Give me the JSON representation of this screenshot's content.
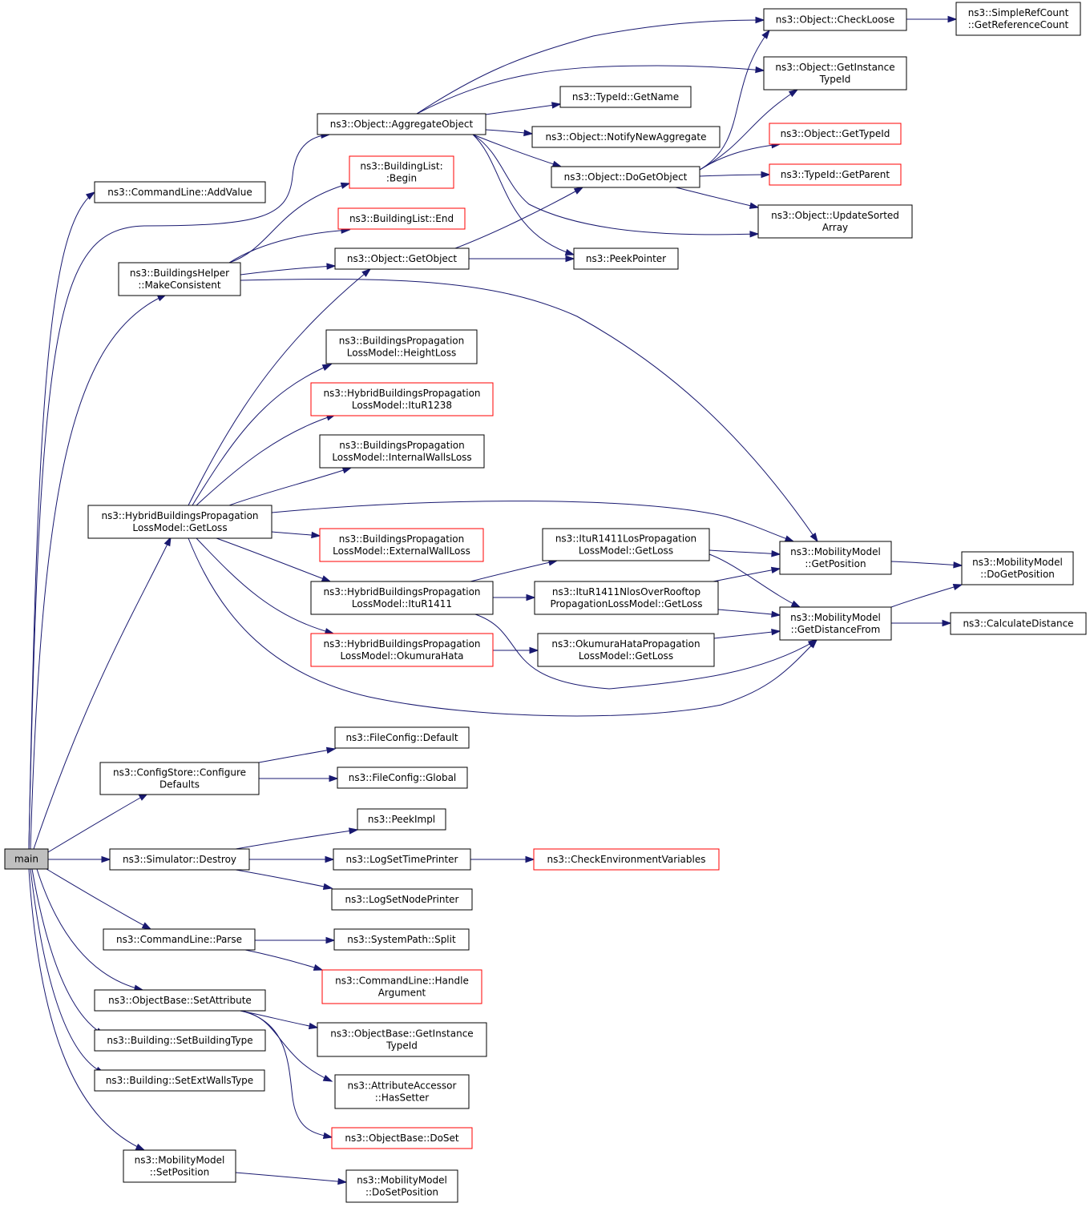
{
  "graph": {
    "edge_color": "#191970",
    "normal_border": "#000000",
    "truncated_border": "#ff0000",
    "root_fill": "#bfbfbf",
    "nodes": [
      {
        "id": "main",
        "lines": [
          "main"
        ],
        "root": true
      },
      {
        "id": "addvalue",
        "lines": [
          "ns3::CommandLine::AddValue"
        ]
      },
      {
        "id": "makeconsistent",
        "lines": [
          "ns3::BuildingsHelper",
          "::MakeConsistent"
        ]
      },
      {
        "id": "hybrid_getloss",
        "lines": [
          "ns3::HybridBuildingsPropagation",
          "LossModel::GetLoss"
        ]
      },
      {
        "id": "configure_defaults",
        "lines": [
          "ns3::ConfigStore::Configure",
          "Defaults"
        ]
      },
      {
        "id": "sim_destroy",
        "lines": [
          "ns3::Simulator::Destroy"
        ]
      },
      {
        "id": "cl_parse",
        "lines": [
          "ns3::CommandLine::Parse"
        ]
      },
      {
        "id": "ob_setattribute",
        "lines": [
          "ns3::ObjectBase::SetAttribute"
        ]
      },
      {
        "id": "setbuildingtype",
        "lines": [
          "ns3::Building::SetBuildingType"
        ]
      },
      {
        "id": "setextwallstype",
        "lines": [
          "ns3::Building::SetExtWallsType"
        ]
      },
      {
        "id": "mm_setposition",
        "lines": [
          "ns3::MobilityModel",
          "::SetPosition"
        ]
      },
      {
        "id": "aggregateobject",
        "lines": [
          "ns3::Object::AggregateObject"
        ]
      },
      {
        "id": "bl_begin",
        "lines": [
          "ns3::BuildingList:",
          ":Begin"
        ],
        "truncated": true
      },
      {
        "id": "bl_end",
        "lines": [
          "ns3::BuildingList::End"
        ],
        "truncated": true
      },
      {
        "id": "getobject",
        "lines": [
          "ns3::Object::GetObject"
        ]
      },
      {
        "id": "heightloss",
        "lines": [
          "ns3::BuildingsPropagation",
          "LossModel::HeightLoss"
        ]
      },
      {
        "id": "itur1238",
        "lines": [
          "ns3::HybridBuildingsPropagation",
          "LossModel::ItuR1238"
        ],
        "truncated": true
      },
      {
        "id": "internalwallsloss",
        "lines": [
          "ns3::BuildingsPropagation",
          "LossModel::InternalWallsLoss"
        ]
      },
      {
        "id": "externalwallloss",
        "lines": [
          "ns3::BuildingsPropagation",
          "LossModel::ExternalWallLoss"
        ],
        "truncated": true
      },
      {
        "id": "itur1411",
        "lines": [
          "ns3::HybridBuildingsPropagation",
          "LossModel::ItuR1411"
        ]
      },
      {
        "id": "okumurahata",
        "lines": [
          "ns3::HybridBuildingsPropagation",
          "LossModel::OkumuraHata"
        ],
        "truncated": true
      },
      {
        "id": "fc_default",
        "lines": [
          "ns3::FileConfig::Default"
        ]
      },
      {
        "id": "fc_global",
        "lines": [
          "ns3::FileConfig::Global"
        ]
      },
      {
        "id": "peekimpl",
        "lines": [
          "ns3::PeekImpl"
        ]
      },
      {
        "id": "logsettimeprinter",
        "lines": [
          "ns3::LogSetTimePrinter"
        ]
      },
      {
        "id": "logsetnodeprinter",
        "lines": [
          "ns3::LogSetNodePrinter"
        ]
      },
      {
        "id": "sp_split",
        "lines": [
          "ns3::SystemPath::Split"
        ]
      },
      {
        "id": "cl_handleargument",
        "lines": [
          "ns3::CommandLine::Handle",
          "Argument"
        ],
        "truncated": true
      },
      {
        "id": "ob_getinstancetypeid",
        "lines": [
          "ns3::ObjectBase::GetInstance",
          "TypeId"
        ]
      },
      {
        "id": "aa_hassetter",
        "lines": [
          "ns3::AttributeAccessor",
          "::HasSetter"
        ]
      },
      {
        "id": "ob_doset",
        "lines": [
          "ns3::ObjectBase::DoSet"
        ],
        "truncated": true
      },
      {
        "id": "mm_dosetposition",
        "lines": [
          "ns3::MobilityModel",
          "::DoSetPosition"
        ]
      },
      {
        "id": "checkloose",
        "lines": [
          "ns3::Object::CheckLoose"
        ]
      },
      {
        "id": "o_getinstancetypeid",
        "lines": [
          "ns3::Object::GetInstance",
          "TypeId"
        ]
      },
      {
        "id": "typeid_getname",
        "lines": [
          "ns3::TypeId::GetName"
        ]
      },
      {
        "id": "notifynewaggregate",
        "lines": [
          "ns3::Object::NotifyNewAggregate"
        ]
      },
      {
        "id": "dogetobject",
        "lines": [
          "ns3::Object::DoGetObject"
        ]
      },
      {
        "id": "updatesortedarray",
        "lines": [
          "ns3::Object::UpdateSorted",
          "Array"
        ]
      },
      {
        "id": "peekpointer",
        "lines": [
          "ns3::PeekPointer"
        ]
      },
      {
        "id": "o_gettypeid",
        "lines": [
          "ns3::Object::GetTypeId"
        ],
        "truncated": true
      },
      {
        "id": "typeid_getparent",
        "lines": [
          "ns3::TypeId::GetParent"
        ],
        "truncated": true
      },
      {
        "id": "getreferencecount",
        "lines": [
          "ns3::SimpleRefCount",
          "::GetReferenceCount"
        ]
      },
      {
        "id": "itur1411los_getloss",
        "lines": [
          "ns3::ItuR1411LosPropagation",
          "LossModel::GetLoss"
        ]
      },
      {
        "id": "itur1411nlos_getloss",
        "lines": [
          "ns3::ItuR1411NlosOverRooftop",
          "PropagationLossModel::GetLoss"
        ]
      },
      {
        "id": "okumurahata_getloss",
        "lines": [
          "ns3::OkumuraHataPropagation",
          "LossModel::GetLoss"
        ]
      },
      {
        "id": "mm_getposition",
        "lines": [
          "ns3::MobilityModel",
          "::GetPosition"
        ]
      },
      {
        "id": "mm_getdistancefrom",
        "lines": [
          "ns3::MobilityModel",
          "::GetDistanceFrom"
        ]
      },
      {
        "id": "mm_dogetposition",
        "lines": [
          "ns3::MobilityModel",
          "::DoGetPosition"
        ]
      },
      {
        "id": "calculatedistance",
        "lines": [
          "ns3::CalculateDistance"
        ]
      },
      {
        "id": "checkenvironmentvariables",
        "lines": [
          "ns3::CheckEnvironmentVariables"
        ],
        "truncated": true
      }
    ],
    "edges": [
      [
        "main",
        "addvalue"
      ],
      [
        "main",
        "makeconsistent"
      ],
      [
        "main",
        "hybrid_getloss"
      ],
      [
        "main",
        "configure_defaults"
      ],
      [
        "main",
        "sim_destroy"
      ],
      [
        "main",
        "cl_parse"
      ],
      [
        "main",
        "ob_setattribute"
      ],
      [
        "main",
        "setbuildingtype"
      ],
      [
        "main",
        "setextwallstype"
      ],
      [
        "main",
        "mm_setposition"
      ],
      [
        "main",
        "aggregateobject"
      ],
      [
        "aggregateobject",
        "checkloose"
      ],
      [
        "aggregateobject",
        "o_getinstancetypeid"
      ],
      [
        "aggregateobject",
        "typeid_getname"
      ],
      [
        "aggregateobject",
        "notifynewaggregate"
      ],
      [
        "aggregateobject",
        "dogetobject"
      ],
      [
        "aggregateobject",
        "updatesortedarray"
      ],
      [
        "aggregateobject",
        "peekpointer"
      ],
      [
        "checkloose",
        "getreferencecount"
      ],
      [
        "dogetobject",
        "checkloose"
      ],
      [
        "dogetobject",
        "o_getinstancetypeid"
      ],
      [
        "dogetobject",
        "o_gettypeid"
      ],
      [
        "dogetobject",
        "typeid_getparent"
      ],
      [
        "dogetobject",
        "updatesortedarray"
      ],
      [
        "makeconsistent",
        "bl_begin"
      ],
      [
        "makeconsistent",
        "bl_end"
      ],
      [
        "makeconsistent",
        "getobject"
      ],
      [
        "makeconsistent",
        "mm_getposition"
      ],
      [
        "getobject",
        "dogetobject"
      ],
      [
        "getobject",
        "peekpointer"
      ],
      [
        "hybrid_getloss",
        "getobject"
      ],
      [
        "hybrid_getloss",
        "heightloss"
      ],
      [
        "hybrid_getloss",
        "itur1238"
      ],
      [
        "hybrid_getloss",
        "internalwallsloss"
      ],
      [
        "hybrid_getloss",
        "mm_getposition"
      ],
      [
        "hybrid_getloss",
        "externalwallloss"
      ],
      [
        "hybrid_getloss",
        "itur1411"
      ],
      [
        "hybrid_getloss",
        "okumurahata"
      ],
      [
        "hybrid_getloss",
        "mm_getdistancefrom"
      ],
      [
        "itur1411",
        "itur1411los_getloss"
      ],
      [
        "itur1411",
        "itur1411nlos_getloss"
      ],
      [
        "itur1411",
        "mm_getdistancefrom"
      ],
      [
        "okumurahata",
        "okumurahata_getloss"
      ],
      [
        "itur1411los_getloss",
        "mm_getposition"
      ],
      [
        "itur1411los_getloss",
        "mm_getdistancefrom"
      ],
      [
        "itur1411nlos_getloss",
        "mm_getposition"
      ],
      [
        "itur1411nlos_getloss",
        "mm_getdistancefrom"
      ],
      [
        "okumurahata_getloss",
        "mm_getdistancefrom"
      ],
      [
        "mm_getposition",
        "mm_dogetposition"
      ],
      [
        "mm_getdistancefrom",
        "mm_dogetposition"
      ],
      [
        "mm_getdistancefrom",
        "calculatedistance"
      ],
      [
        "configure_defaults",
        "fc_default"
      ],
      [
        "configure_defaults",
        "fc_global"
      ],
      [
        "sim_destroy",
        "peekimpl"
      ],
      [
        "sim_destroy",
        "logsettimeprinter"
      ],
      [
        "sim_destroy",
        "logsetnodeprinter"
      ],
      [
        "logsettimeprinter",
        "checkenvironmentvariables"
      ],
      [
        "cl_parse",
        "sp_split"
      ],
      [
        "cl_parse",
        "cl_handleargument"
      ],
      [
        "ob_setattribute",
        "ob_getinstancetypeid"
      ],
      [
        "ob_setattribute",
        "aa_hassetter"
      ],
      [
        "ob_setattribute",
        "ob_doset"
      ],
      [
        "mm_setposition",
        "mm_dosetposition"
      ]
    ]
  }
}
